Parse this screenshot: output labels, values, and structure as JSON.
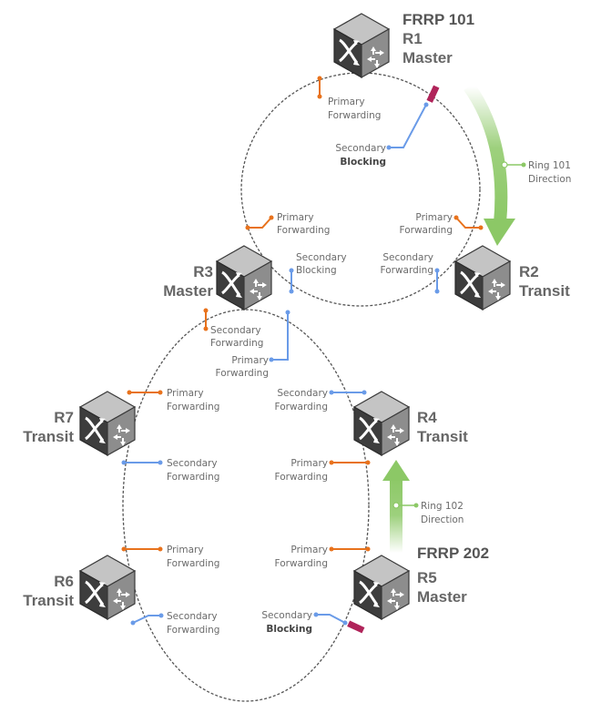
{
  "colors": {
    "primary_port": "#e8721c",
    "secondary_port": "#6a9be8",
    "blocking_marker": "#b0245a",
    "direction_arrow": "#8cc866",
    "ring_line": "#555555",
    "label_text": "#666666"
  },
  "rings": [
    {
      "id": "101",
      "title": "FRRP 101",
      "direction_label_1": "Ring 101",
      "direction_label_2": "Direction"
    },
    {
      "id": "202",
      "title": "FRRP 202",
      "direction_label_1": "Ring 102",
      "direction_label_2": "Direction"
    }
  ],
  "nodes": [
    {
      "id": "R1",
      "name": "R1",
      "role": "Master",
      "icon": "switch-cube-icon"
    },
    {
      "id": "R2",
      "name": "R2",
      "role": "Transit",
      "icon": "switch-cube-icon"
    },
    {
      "id": "R3",
      "name": "R3",
      "role": "Master",
      "icon": "switch-cube-icon"
    },
    {
      "id": "R4",
      "name": "R4",
      "role": "Transit",
      "icon": "switch-cube-icon"
    },
    {
      "id": "R5",
      "name": "R5",
      "role": "Master",
      "icon": "switch-cube-icon"
    },
    {
      "id": "R6",
      "name": "R6",
      "role": "Transit",
      "icon": "switch-cube-icon"
    },
    {
      "id": "R7",
      "name": "R7",
      "role": "Transit",
      "icon": "switch-cube-icon"
    }
  ],
  "ports": [
    {
      "node": "R1",
      "type": "primary",
      "line1": "Primary",
      "line2": "Forwarding"
    },
    {
      "node": "R1",
      "type": "secondary",
      "line1": "Secondary",
      "line2": "Blocking",
      "blocked": true
    },
    {
      "node": "R3",
      "ring": "101",
      "type": "primary",
      "line1": "Primary",
      "line2": "Forwarding"
    },
    {
      "node": "R3",
      "ring": "101",
      "type": "secondary",
      "line1": "Secondary",
      "line2": "Blocking"
    },
    {
      "node": "R2",
      "type": "primary",
      "line1": "Primary",
      "line2": "Forwarding"
    },
    {
      "node": "R2",
      "type": "secondary",
      "line1": "Secondary",
      "line2": "Forwarding"
    },
    {
      "node": "R3",
      "ring": "202",
      "type": "secondary",
      "line1": "Secondary",
      "line2": "Forwarding"
    },
    {
      "node": "R3",
      "ring": "202",
      "type": "primary",
      "line1": "Primary",
      "line2": "Forwarding"
    },
    {
      "node": "R7",
      "type": "primary",
      "line1": "Primary",
      "line2": "Forwarding"
    },
    {
      "node": "R7",
      "type": "secondary",
      "line1": "Secondary",
      "line2": "Forwarding"
    },
    {
      "node": "R4",
      "type": "secondary",
      "line1": "Secondary",
      "line2": "Forwarding"
    },
    {
      "node": "R4",
      "type": "primary",
      "line1": "Primary",
      "line2": "Forwarding"
    },
    {
      "node": "R6",
      "type": "primary",
      "line1": "Primary",
      "line2": "Forwarding"
    },
    {
      "node": "R6",
      "type": "secondary",
      "line1": "Secondary",
      "line2": "Forwarding"
    },
    {
      "node": "R5",
      "type": "primary",
      "line1": "Primary",
      "line2": "Forwarding"
    },
    {
      "node": "R5",
      "type": "secondary",
      "line1": "Secondary",
      "line2": "Blocking",
      "blocked": true
    }
  ]
}
